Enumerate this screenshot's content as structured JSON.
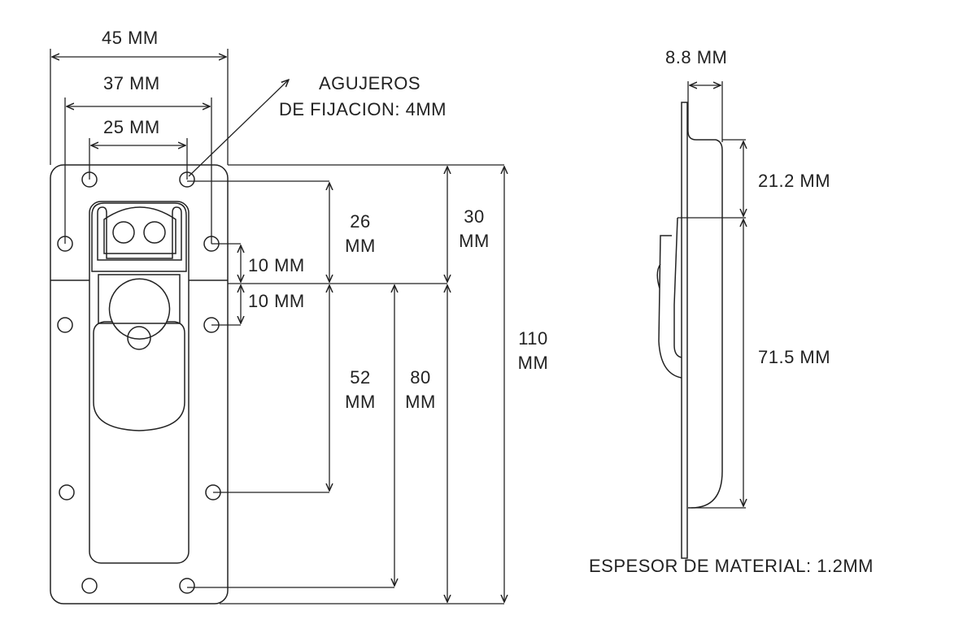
{
  "front_view": {
    "width_overall": "45 MM",
    "width_holes_outer": "37 MM",
    "width_holes_top": "25 MM",
    "hole_note_line1": "AGUJEROS",
    "hole_note_line2": "DE FIJACION: 4MM",
    "dim_26": [
      "26",
      "MM"
    ],
    "dim_30": [
      "30",
      "MM"
    ],
    "dim_110": [
      "110",
      "MM"
    ],
    "dim_10_upper": "10 MM",
    "dim_10_lower": "10 MM",
    "dim_52": [
      "52",
      "MM"
    ],
    "dim_80": [
      "80",
      "MM"
    ]
  },
  "side_view": {
    "depth": "8.8 MM",
    "dim_upper": "21.2 MM",
    "dim_lower": "71.5 MM",
    "material_note": "ESPESOR DE MATERIAL: 1.2MM"
  },
  "colors": {
    "line": "#222222",
    "background": "#ffffff"
  }
}
